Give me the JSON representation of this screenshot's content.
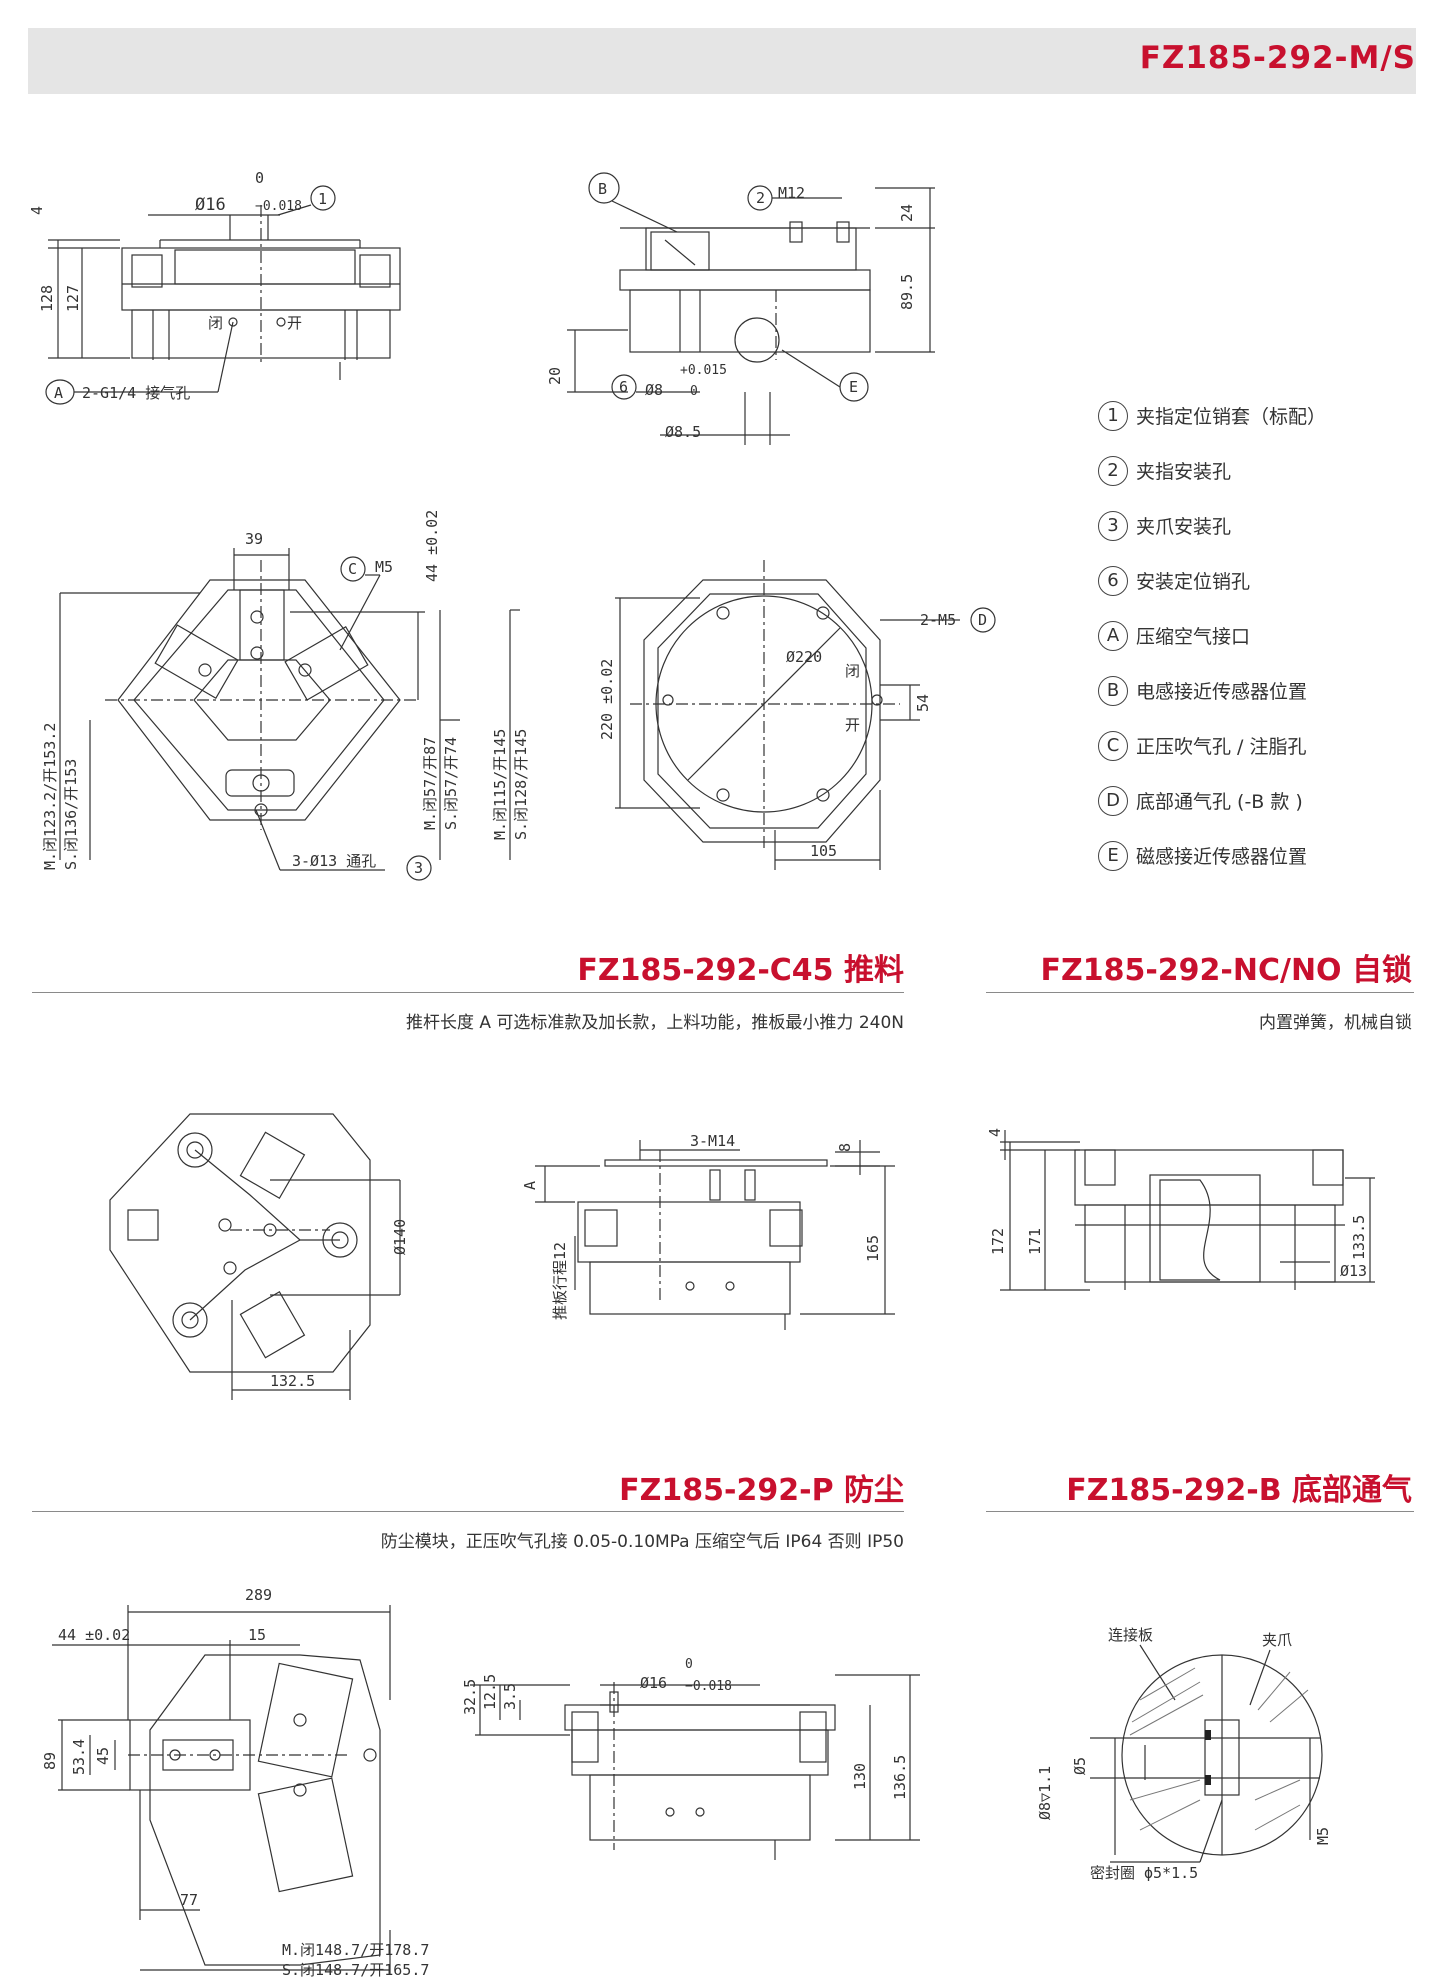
{
  "header": {
    "title": "FZ185-292-M/S"
  },
  "legend": [
    {
      "mark": "1",
      "text": "夹指定位销套（标配）"
    },
    {
      "mark": "2",
      "text": "夹指安装孔"
    },
    {
      "mark": "3",
      "text": "夹爪安装孔"
    },
    {
      "mark": "6",
      "text": "安装定位销孔"
    },
    {
      "mark": "A",
      "text": "压缩空气接口"
    },
    {
      "mark": "B",
      "text": "电感接近传感器位置"
    },
    {
      "mark": "C",
      "text": "正压吹气孔 / 注脂孔"
    },
    {
      "mark": "D",
      "text": "底部通气孔 (-B 款 )"
    },
    {
      "mark": "E",
      "text": "磁感接近传感器位置"
    }
  ],
  "sections": {
    "c45": {
      "title": "FZ185-292-C45 推料",
      "subtitle": "推杆长度 A 可选标准款及加长款，上料功能，推板最小推力 240N"
    },
    "ncno": {
      "title": "FZ185-292-NC/NO 自锁",
      "subtitle": "内置弹簧，机械自锁"
    },
    "p": {
      "title": "FZ185-292-P 防尘",
      "subtitle": "防尘模块，正压吹气孔接 0.05-0.10MPa 压缩空气后 IP64 否则 IP50"
    },
    "b": {
      "title": "FZ185-292-B 底部通气",
      "subtitle": ""
    }
  },
  "dims": {
    "d1_tol": "0",
    "d1": "Ø16",
    "d1_tol2": "−0.018",
    "d1_mark": "1",
    "h4": "4",
    "h128": "128",
    "h127": "127",
    "close": "闭",
    "open": "开",
    "port_a": "2-G1/4 接气孔",
    "port_a_mark": "A",
    "b_mark": "B",
    "m12_mark": "2",
    "m12": "M12",
    "h24": "24",
    "h89_5": "89.5",
    "h20": "20",
    "pin_mark": "6",
    "pin": "Ø8",
    "pin_tol1": "+0.015",
    "pin_tol2": "0",
    "e_mark": "E",
    "d8_5": "Ø8.5",
    "w39": "39",
    "c_mark": "C",
    "m5": "M5",
    "t44": "44 ±0.02",
    "m_stroke1": "M.闭123.2/开153.2",
    "s_stroke1": "S.闭136/开153",
    "m_stroke2": "M.闭57/开87",
    "s_stroke2": "S.闭57/开74",
    "m_stroke3": "M.闭115/开145",
    "s_stroke3": "S.闭128/开145",
    "holes13": "3-Ø13 通孔",
    "holes13_mark": "3",
    "h220": "220 ±0.02",
    "d220": "Ø220",
    "m5b": "2-M5",
    "d_mark": "D",
    "h54": "54",
    "w105": "105",
    "d140": "Ø140",
    "w132_5": "132.5",
    "m14": "3-M14",
    "h8": "8",
    "ha": "A",
    "h165": "165",
    "push": "推板行程12",
    "h172": "172",
    "h171": "171",
    "h133_5": "133.5",
    "d13": "Ø13",
    "w289": "289",
    "t44b": "44 ±0.02",
    "w15": "15",
    "h89": "89",
    "h53_4": "53.4",
    "h45": "45",
    "w77": "77",
    "m_stroke4": "M.闭148.7/开178.7",
    "s_stroke4": "S.闭148.7/开165.7",
    "h32_5": "32.5",
    "h12_5": "12.5",
    "h3_5": "3.5",
    "h130": "130",
    "h136_5": "136.5",
    "plate": "连接板",
    "jaw": "夹爪",
    "d8v": "Ø8▽1.1",
    "d5": "Ø5",
    "m5c": "M5",
    "seal": "密封圈 ϕ5*1.5"
  }
}
